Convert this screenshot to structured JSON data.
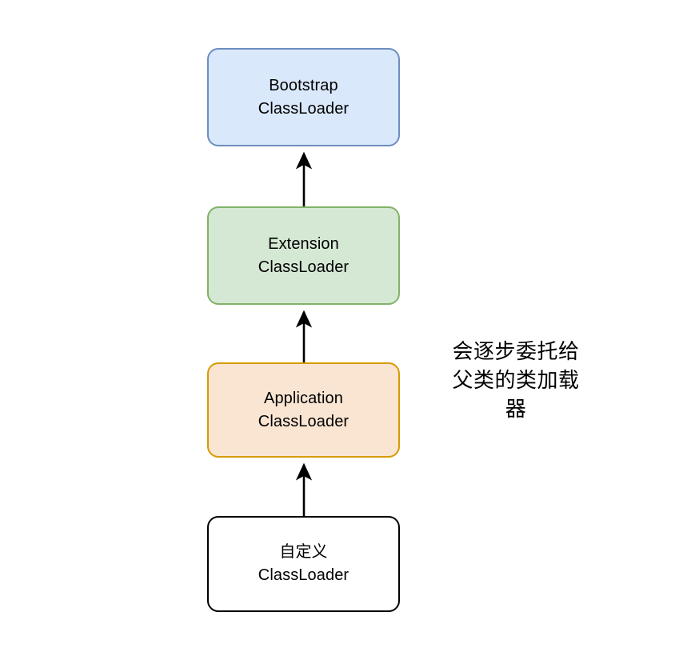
{
  "diagram": {
    "title": "JVM ClassLoader delegation hierarchy",
    "background": "#ffffff",
    "nodes": [
      {
        "id": "bootstrap",
        "label": "Bootstrap\nClassLoader",
        "fill": "#dae8fc",
        "stroke": "#6c8ebf"
      },
      {
        "id": "extension",
        "label": "Extension\nClassLoader",
        "fill": "#d5e8d4",
        "stroke": "#82b366"
      },
      {
        "id": "application",
        "label": "Application\nClassLoader",
        "fill": "#fae5d3",
        "stroke": "#d79b00"
      },
      {
        "id": "custom",
        "label": "自定义\nClassLoader",
        "fill": "#ffffff",
        "stroke": "#000000"
      }
    ],
    "edges": [
      {
        "id": "custom-to-application",
        "from": "custom",
        "to": "application",
        "color": "#000000"
      },
      {
        "id": "application-to-extension",
        "from": "application",
        "to": "extension",
        "color": "#000000"
      },
      {
        "id": "extension-to-bootstrap",
        "from": "extension",
        "to": "bootstrap",
        "color": "#000000"
      }
    ],
    "annotation": {
      "text": "会逐步委托给\n父类的类加载\n器"
    }
  }
}
